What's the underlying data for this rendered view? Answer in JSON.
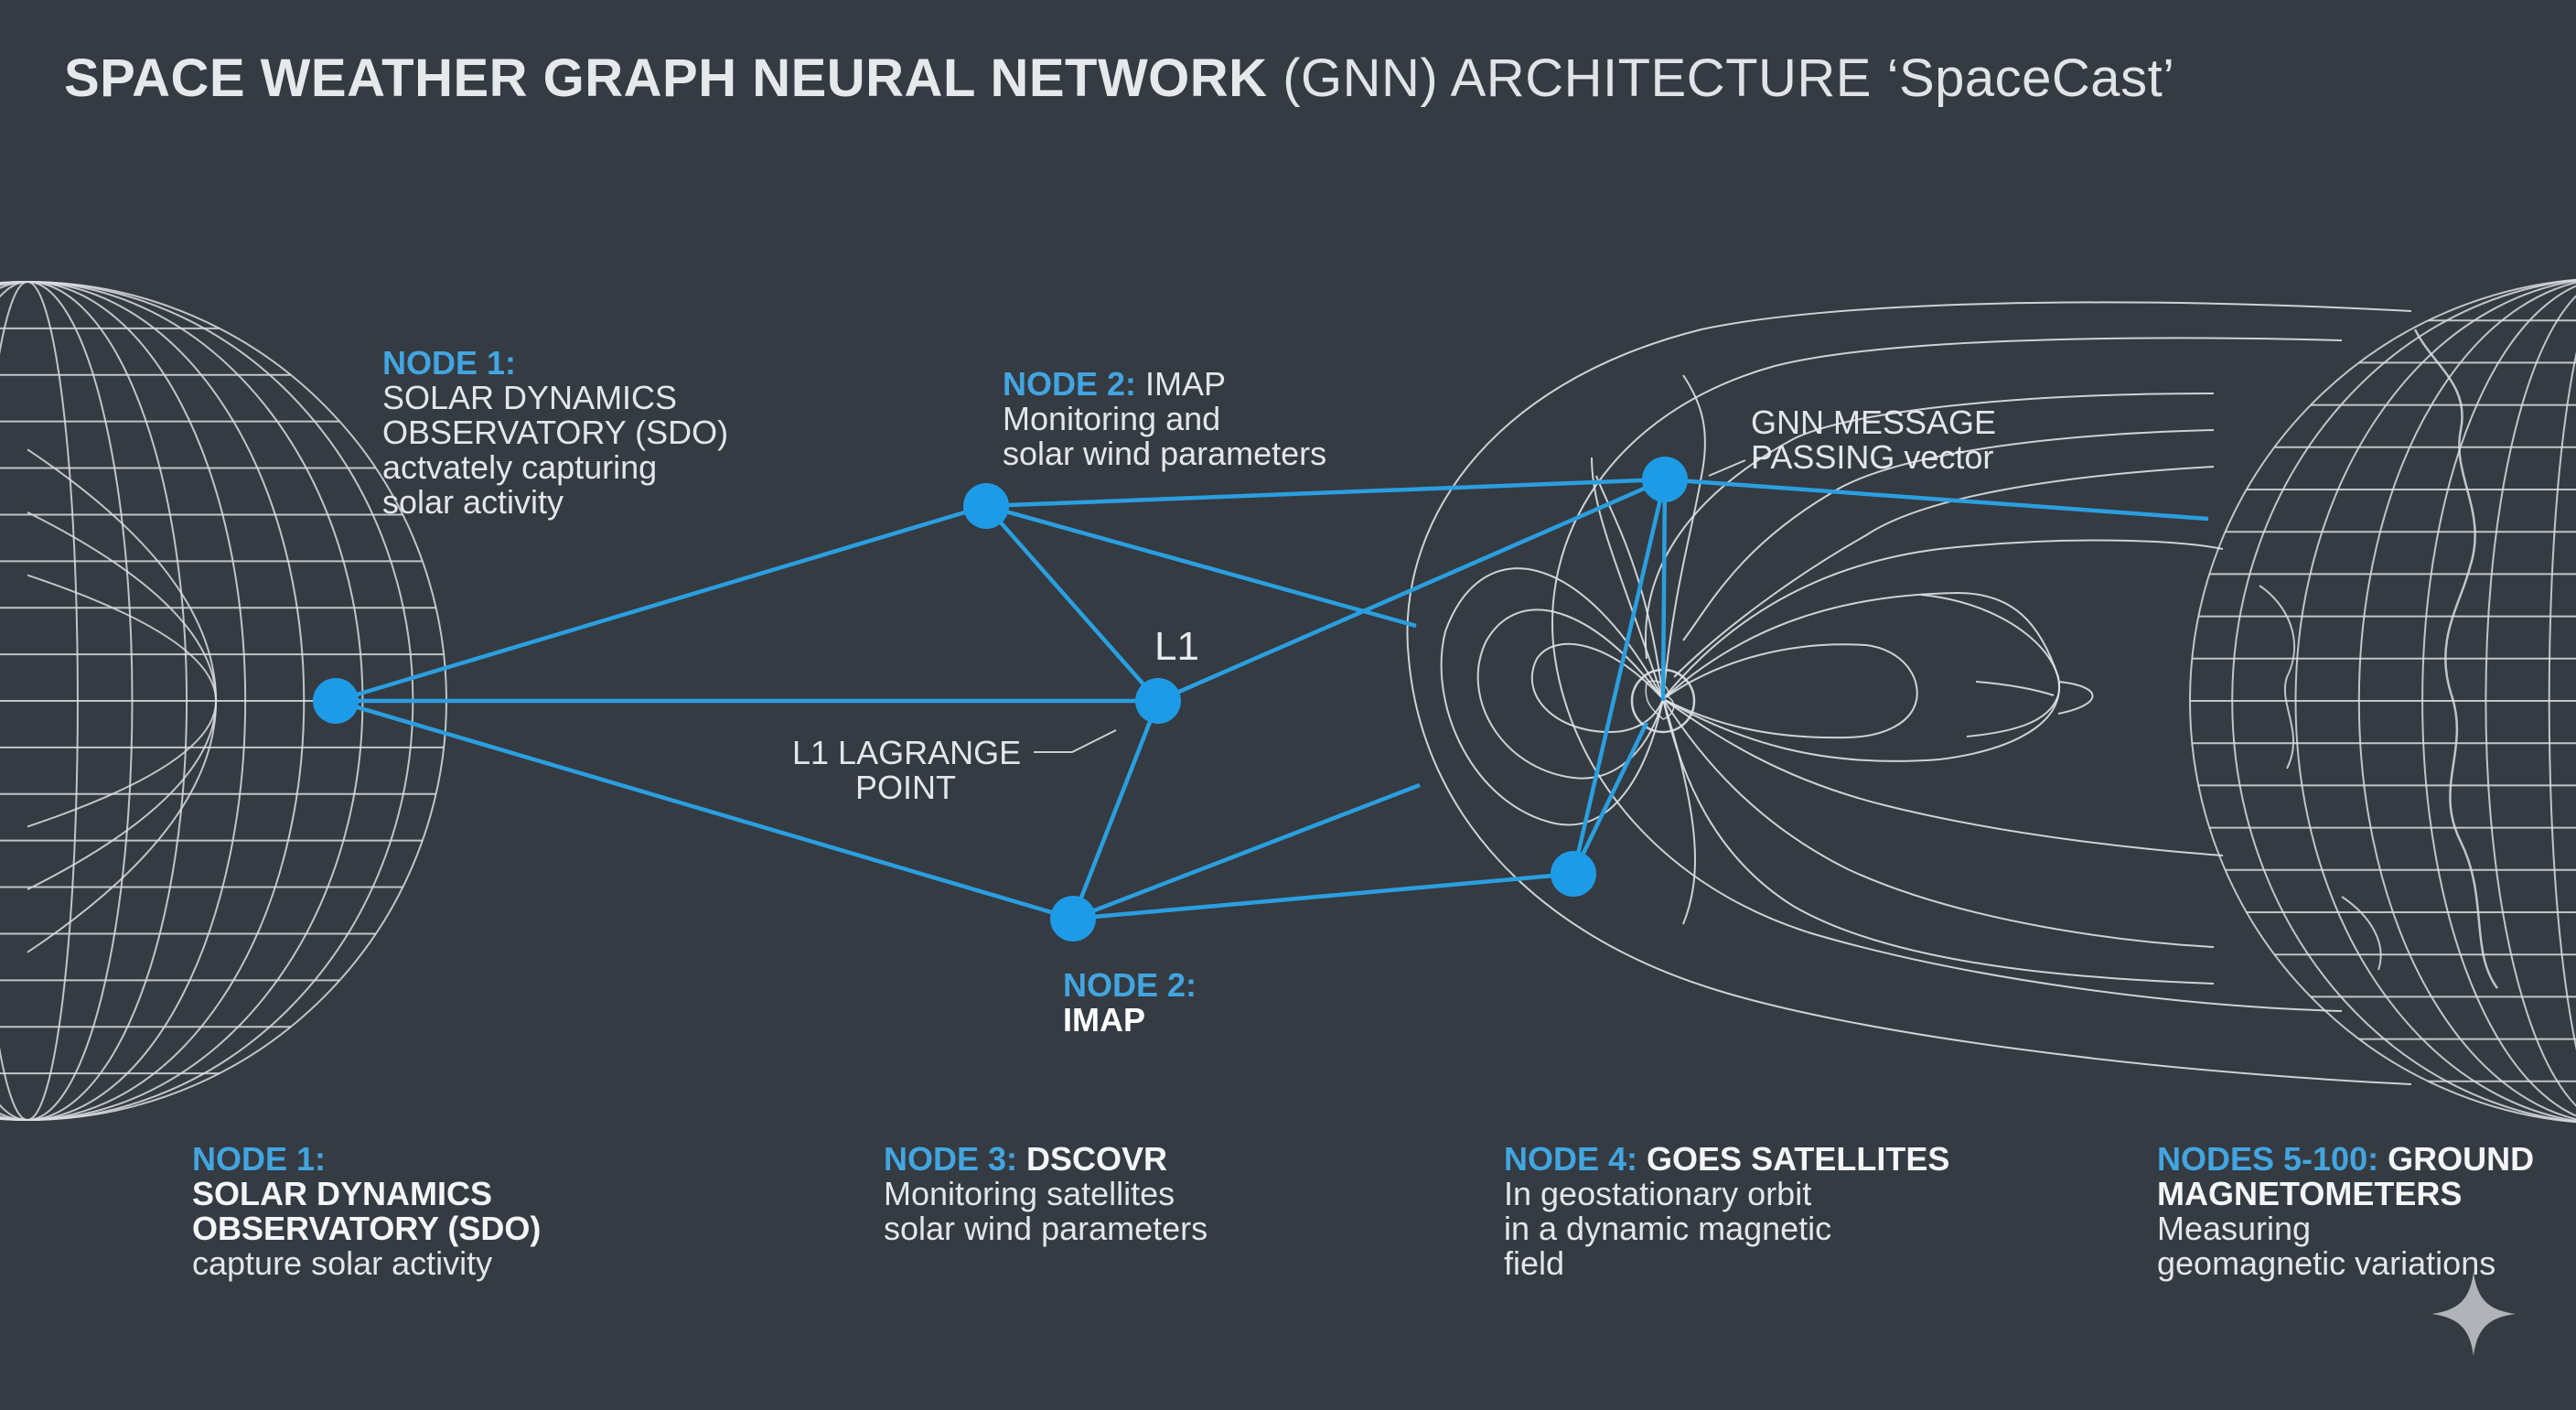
{
  "title": {
    "bold": "SPACE WEATHER GRAPH NEURAL NETWORK",
    "light": " (GNN) ARCHITECTURE ‘SpaceCast’"
  },
  "colors": {
    "background": "#353b42",
    "accent_blue": "#1e9be6",
    "edge_blue": "#2a9fe0",
    "label_blue": "#42a5e0",
    "line_white": "#e4e7ea"
  },
  "diagram_labels": {
    "node1": {
      "head": "NODE 1:",
      "lines": [
        "SOLAR DYNAMICS",
        "OBSERVATORY (SDO)",
        "actvately capturing",
        "solar activity"
      ]
    },
    "node2_top": {
      "head": "NODE 2:",
      "head_rest": " IMAP",
      "lines": [
        "Monitoring and",
        "solar wind parameters"
      ]
    },
    "gnn_message": {
      "lines": [
        "GNN MESSAGE",
        "PASSING vector"
      ]
    },
    "l1": "L1",
    "l1_lagrange": {
      "lines": [
        "L1 LAGRANGE",
        "POINT"
      ]
    },
    "node2_bottom": {
      "head": "NODE 2:",
      "lines": [
        "IMAP"
      ]
    }
  },
  "legend": {
    "col1": {
      "head": "NODE 1:",
      "bold_lines": [
        "SOLAR DYNAMICS",
        "OBSERVATORY (SDO)"
      ],
      "lines": [
        "capture  solar activity"
      ]
    },
    "col2": {
      "head": "NODE 3:",
      "head_rest": " DSCOVR",
      "lines": [
        "Monitoring satellites",
        "solar wind parameters"
      ]
    },
    "col3": {
      "head": "NODE 4:",
      "head_rest": " GOES SATELLITES",
      "lines": [
        "In geostationary orbit",
        "in a dynamic magnetic",
        "field"
      ]
    },
    "col4": {
      "head": "NODES 5-100:",
      "head_rest": " GROUND",
      "bold_lines": [
        "MAGNETOMETERS"
      ],
      "lines": [
        "Measuring",
        "geomagnetic variations"
      ]
    }
  },
  "icons": {
    "sun_globe": "wireframe-sphere-icon",
    "earth_globe": "earth-globe-icon",
    "magnetosphere": "magnetic-field-lines-icon",
    "sparkle": "sparkle-icon"
  }
}
